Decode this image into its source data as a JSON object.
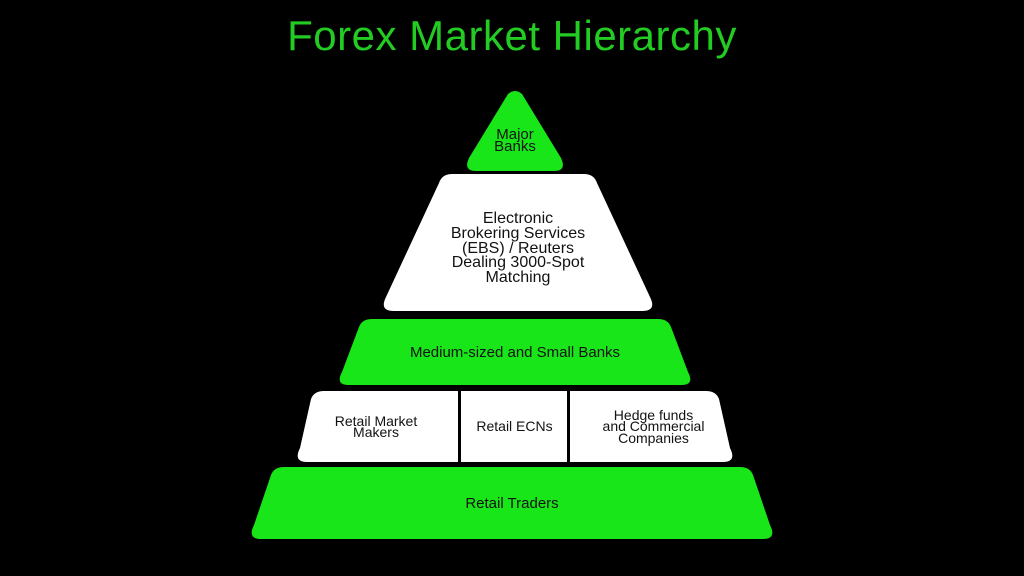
{
  "slide": {
    "title": "Forex Market Hierarchy",
    "background_color": "#000000",
    "title_color": "#22cc22"
  },
  "palette": {
    "green": "#19e619",
    "white": "#ffffff",
    "text_dark": "#121212",
    "black": "#000000"
  },
  "chart_data": {
    "type": "pyramid",
    "title": "Forex Market Hierarchy",
    "orientation": "top-to-bottom",
    "levels": [
      {
        "rank": 1,
        "label": "Major\nBanks",
        "shape": "triangle",
        "fill": "#19e619",
        "text_color": "#121212"
      },
      {
        "rank": 2,
        "label": "Electronic\nBrokering Services\n(EBS) / Reuters\nDealing 3000-Spot\nMatching",
        "shape": "trapezoid",
        "fill": "#ffffff",
        "text_color": "#121212"
      },
      {
        "rank": 3,
        "label": "Medium-sized and Small Banks",
        "shape": "trapezoid",
        "fill": "#19e619",
        "text_color": "#121212"
      },
      {
        "rank": 4,
        "label": "",
        "shape": "trapezoid-split",
        "fill": "#ffffff",
        "text_color": "#121212",
        "cells": [
          "Retail Market\nMakers",
          "Retail ECNs",
          "Hedge funds\nand Commercial\nCompanies"
        ]
      },
      {
        "rank": 5,
        "label": "Retail Traders",
        "shape": "trapezoid",
        "fill": "#19e619",
        "text_color": "#121212"
      }
    ]
  }
}
